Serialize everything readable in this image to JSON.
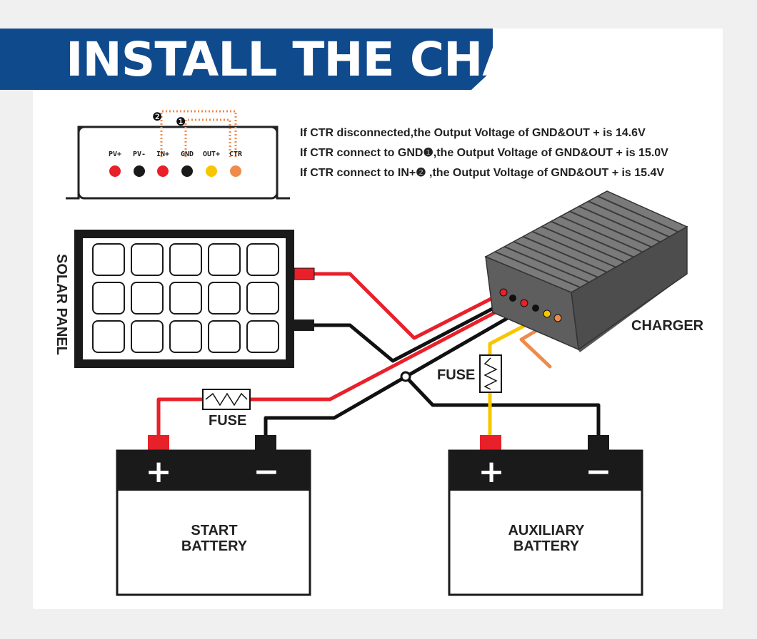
{
  "title": "INSTALL THE CHARGER",
  "terminal_block": {
    "terminals": [
      {
        "label": "PV+",
        "color": "#e8202a"
      },
      {
        "label": "PV-",
        "color": "#1a1a1a"
      },
      {
        "label": "IN+",
        "color": "#e8202a"
      },
      {
        "label": "GND",
        "color": "#1a1a1a"
      },
      {
        "label": "OUT+",
        "color": "#f7c600"
      },
      {
        "label": "CTR",
        "color": "#f08a4b"
      }
    ],
    "marker_1": "❶",
    "marker_2": "❷"
  },
  "notes": [
    "If CTR disconnected,the Output Voltage of GND&OUT + is 14.6V",
    "If CTR connect to GND❶,the Output Voltage of GND&OUT + is 15.0V",
    "If CTR connect to IN+❷ ,the Output Voltage of GND&OUT + is 15.4V"
  ],
  "solar_panel_label": "SOLAR PANEL",
  "charger_label": "CHARGER",
  "fuse_label_left": "FUSE",
  "fuse_label_right": "FUSE",
  "start_battery": {
    "line1": "START",
    "line2": "BATTERY",
    "plus": "+",
    "minus": "−"
  },
  "aux_battery": {
    "line1": "AUXILIARY",
    "line2": "BATTERY",
    "plus": "+",
    "minus": "−"
  },
  "colors": {
    "banner": "#0f4a8c",
    "red_wire": "#e8202a",
    "black_wire": "#111111",
    "yellow_wire": "#f7c600",
    "orange_wire": "#f08a4b"
  }
}
